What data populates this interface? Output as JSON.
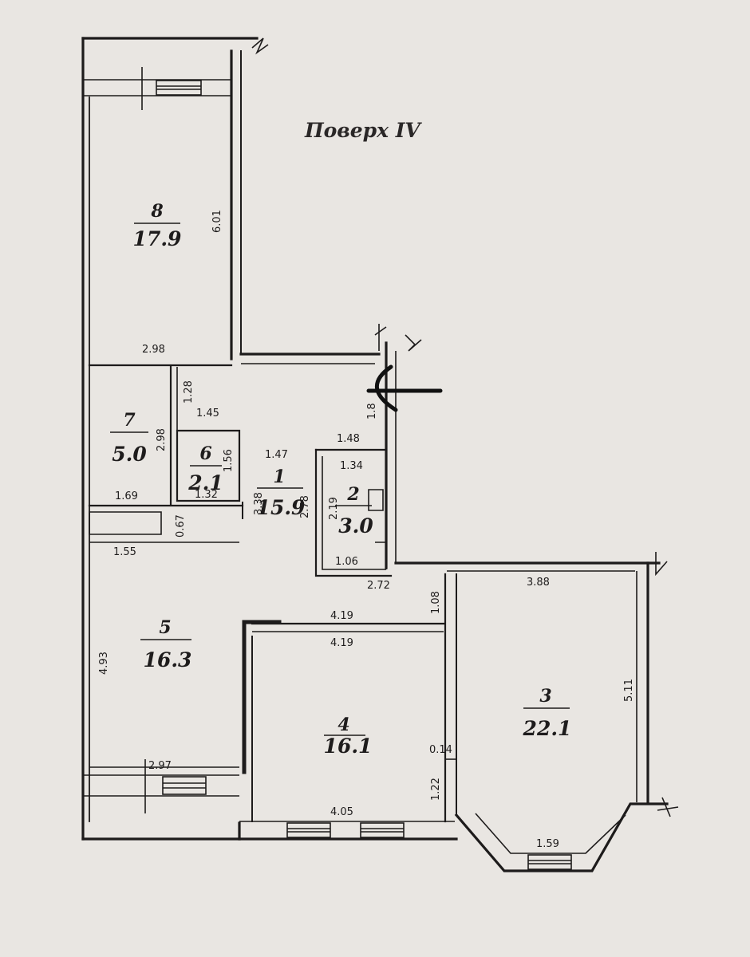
{
  "title": "Поверх IV",
  "rooms": [
    {
      "id": "8",
      "number": "8",
      "area": "17.9"
    },
    {
      "id": "7",
      "number": "7",
      "area": "5.0"
    },
    {
      "id": "6",
      "number": "6",
      "area": "2.1"
    },
    {
      "id": "1",
      "number": "1",
      "area": "15.9"
    },
    {
      "id": "2",
      "number": "2",
      "area": "3.0"
    },
    {
      "id": "5",
      "number": "5",
      "area": "16.3"
    },
    {
      "id": "4",
      "number": "4",
      "area": "16.1"
    },
    {
      "id": "3",
      "number": "3",
      "area": "22.1"
    }
  ],
  "dimensions": {
    "r8_width": "2.98",
    "r8_length": "6.01",
    "r7_height": "2.98",
    "r7_width": "1.69",
    "hall_top": "1.28",
    "hall_145": "1.45",
    "r6_width": "1.32",
    "r6_height": "1.56",
    "hall_147": "1.47",
    "hall_338": "3.38",
    "r2_top": "1.48",
    "r2_width": "1.34",
    "r2_height": "2.19",
    "r2_side": "2.78",
    "r2_bottom": "1.06",
    "hall_272": "2.72",
    "closet_067": "0.67",
    "r5_width": "1.55",
    "r5_length": "4.93",
    "r5_bottom": "2.97",
    "corridor_419": "4.19",
    "r4_top": "4.19",
    "r4_bottom": "4.05",
    "r4_side": "1.22",
    "r4_014": "0.14",
    "hall_108": "1.08",
    "r3_width": "3.88",
    "r3_length": "5.11",
    "bay_width": "1.59",
    "entry_cut": "1.8"
  }
}
